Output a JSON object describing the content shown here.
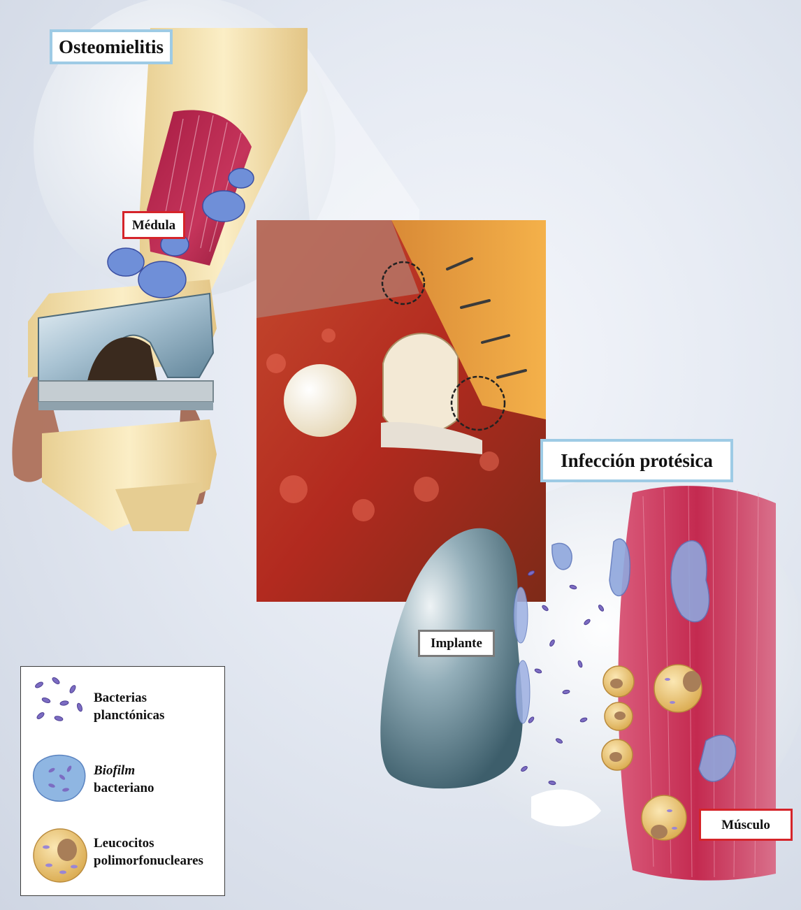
{
  "labels": {
    "osteomielitis": "Osteomielitis",
    "medula": "Médula",
    "infeccion_protesica": "Infección protésica",
    "implante": "Implante",
    "musculo": "Músculo"
  },
  "legend": {
    "items": [
      {
        "icon": "planktonic-bacteria-icon",
        "line1": "Bacterias",
        "line2": "planctónicas"
      },
      {
        "icon": "biofilm-icon",
        "line1": "Biofilm",
        "line2": "bacteriano"
      },
      {
        "icon": "leukocyte-icon",
        "line1": "Leucocitos",
        "line2": "polimorfonucleares"
      }
    ]
  },
  "colors": {
    "bone": "#f2dca4",
    "marrow": "#b8244b",
    "muscle": "#c62a52",
    "implant": "#6a8a98",
    "biofilm": "#7f9fd6",
    "bacteria": "#7b64b0",
    "leukocyte": "#e9c36e",
    "label_blue_border": "#9ecbe5",
    "label_red_border": "#d5242a"
  }
}
